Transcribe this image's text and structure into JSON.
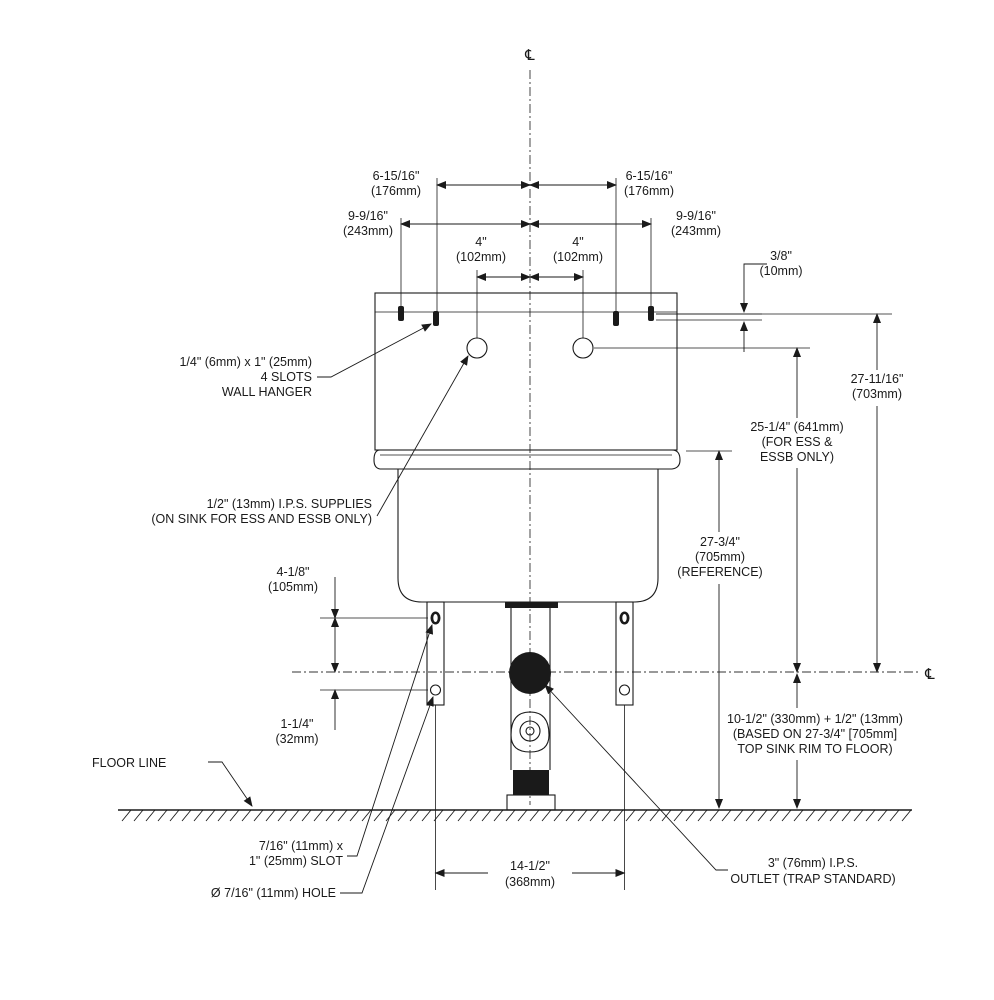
{
  "centerline_symbol": "℄",
  "floor_line_label": "FLOOR LINE",
  "dims": {
    "outer_left": [
      "6-15/16\"",
      "(176mm)"
    ],
    "outer_right": [
      "6-15/16\"",
      "(176mm)"
    ],
    "hanger_left": [
      "9-9/16\"",
      "(243mm)"
    ],
    "hanger_right": [
      "9-9/16\"",
      "(243mm)"
    ],
    "supply_left": [
      "4\"",
      "(102mm)"
    ],
    "supply_right": [
      "4\"",
      "(102mm)"
    ],
    "slot_offset": [
      "3/8\"",
      "(10mm)"
    ],
    "overall_height": [
      "27-11/16\"",
      "(703mm)"
    ],
    "supply_height": [
      "25-1/4\" (641mm)",
      "(FOR ESS &",
      "ESSB ONLY)"
    ],
    "rim_height": [
      "27-3/4\"",
      "(705mm)",
      "(REFERENCE)"
    ],
    "leg_slot_spacing": [
      "4-1/8\"",
      "(105mm)"
    ],
    "leg_hole_offset": [
      "1-1/4\"",
      "(32mm)"
    ],
    "outlet_height": [
      "10-1/2\" (330mm) + 1/2\" (13mm)",
      "(BASED ON 27-3/4\" [705mm]",
      "TOP SINK RIM TO FLOOR)"
    ],
    "leg_spacing": [
      "14-1/2\"",
      "(368mm)"
    ]
  },
  "callouts": {
    "wall_hanger": [
      "1/4\" (6mm) x 1\" (25mm)",
      "4 SLOTS",
      "WALL HANGER"
    ],
    "supplies": [
      "1/2\" (13mm) I.P.S. SUPPLIES",
      "(ON SINK FOR ESS AND ESSB ONLY)"
    ],
    "leg_slot": [
      "7/16\" (11mm) x",
      "1\" (25mm) SLOT"
    ],
    "leg_hole": [
      "Ø 7/16\" (11mm) HOLE"
    ],
    "outlet": [
      "3\" (76mm) I.P.S.",
      "OUTLET (TRAP STANDARD)"
    ]
  }
}
